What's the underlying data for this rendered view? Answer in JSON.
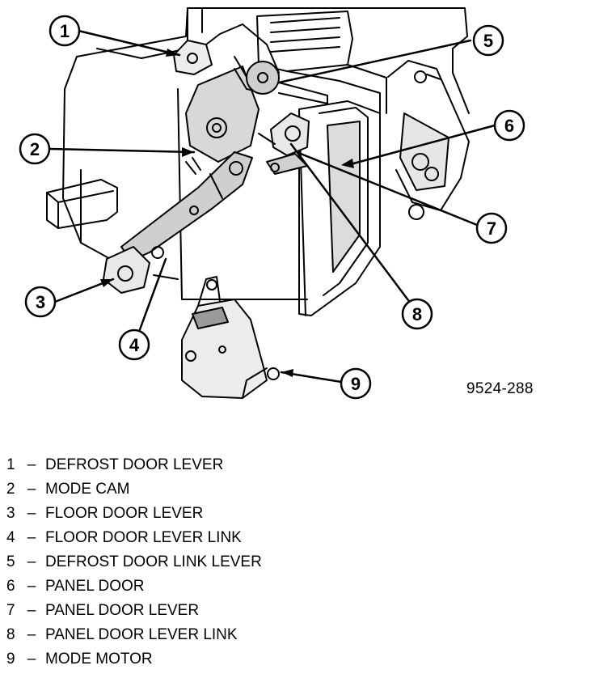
{
  "figure_id": "9524-288",
  "callouts": [
    {
      "number": "1",
      "label": "DEFROST DOOR LEVER"
    },
    {
      "number": "2",
      "label": "MODE CAM"
    },
    {
      "number": "3",
      "label": "FLOOR DOOR LEVER"
    },
    {
      "number": "4",
      "label": "FLOOR DOOR LEVER LINK"
    },
    {
      "number": "5",
      "label": "DEFROST DOOR LINK LEVER"
    },
    {
      "number": "6",
      "label": "PANEL DOOR"
    },
    {
      "number": "7",
      "label": "PANEL DOOR LEVER"
    },
    {
      "number": "8",
      "label": "PANEL DOOR LEVER LINK"
    },
    {
      "number": "9",
      "label": "MODE MOTOR"
    }
  ],
  "legend_separator": "–"
}
